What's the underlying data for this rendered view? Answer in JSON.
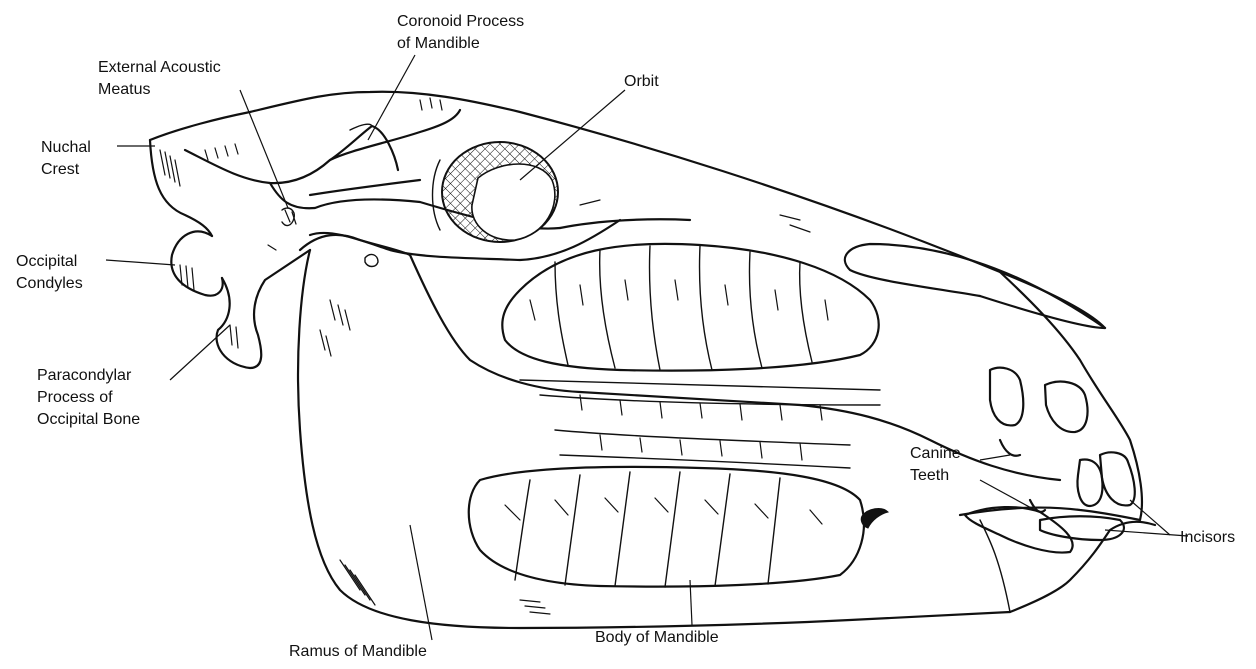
{
  "labels": {
    "coronoid_process": [
      "Coronoid Process",
      "of Mandible"
    ],
    "external_acoustic_meatus": [
      "External Acoustic",
      "Meatus"
    ],
    "orbit": [
      "Orbit"
    ],
    "nuchal_crest": [
      "Nuchal",
      "Crest"
    ],
    "occipital_condyles": [
      "Occipital",
      "Condyles"
    ],
    "paracondylar_process": [
      "Paracondylar",
      "Process of",
      "Occipital Bone"
    ],
    "canine_teeth": [
      "Canine",
      "Teeth"
    ],
    "incisors": [
      "Incisors"
    ],
    "ramus_of_mandible": [
      "Ramus of Mandible"
    ],
    "body_of_mandible": [
      "Body of Mandible"
    ]
  }
}
